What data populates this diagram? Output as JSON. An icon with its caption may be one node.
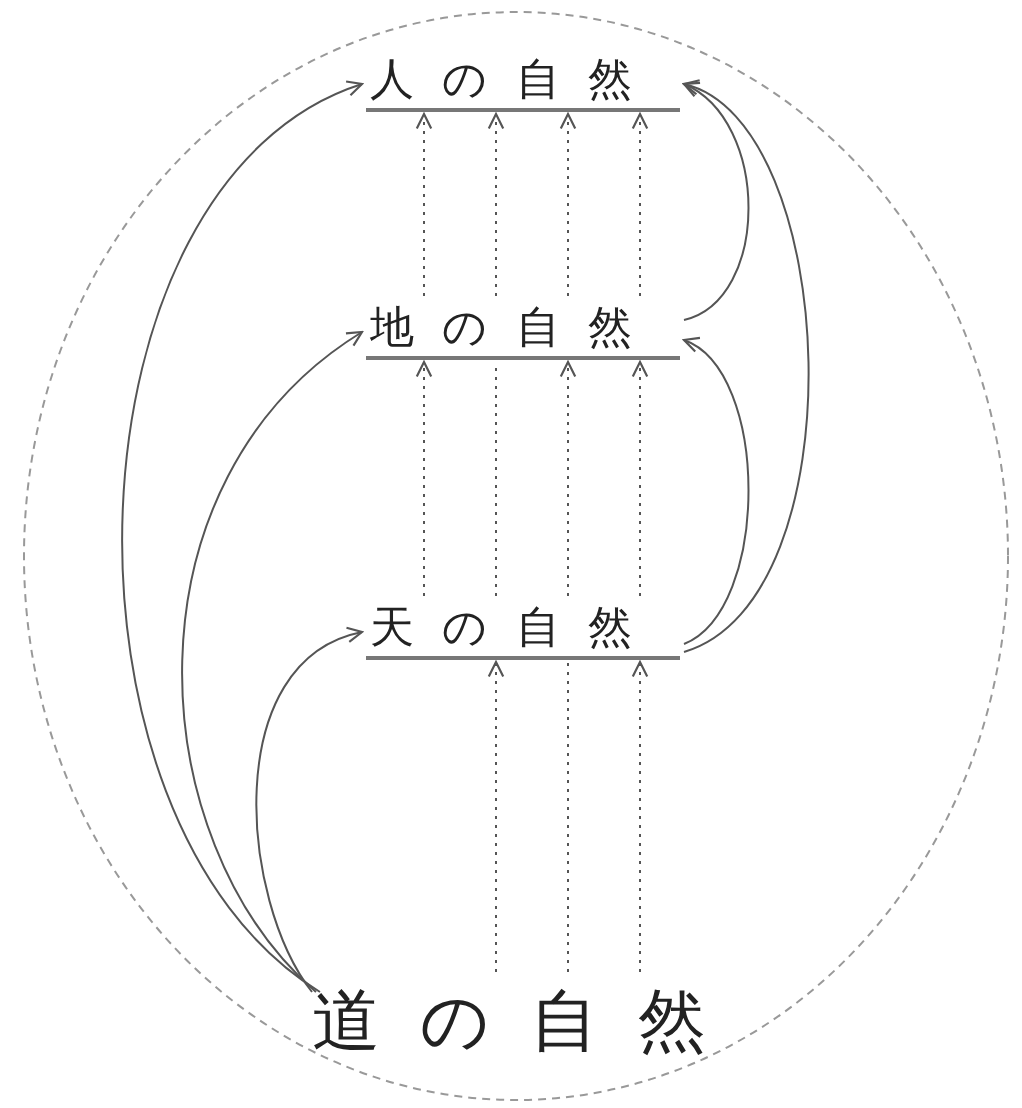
{
  "diagram": {
    "nodes": [
      {
        "text": [
          "人の自然"
        ]
      },
      {
        "text": [
          "地の自然"
        ]
      },
      {
        "text": [
          "天の自然"
        ]
      },
      {
        "text": [
          "道の自然"
        ]
      }
    ],
    "edges": [
      {
        "from": 3,
        "to": 2,
        "arrow": "to"
      },
      {
        "from": 3,
        "to": 1,
        "arrow": "to"
      },
      {
        "from": 3,
        "to": 0,
        "arrow": "to"
      },
      {
        "from": 2,
        "to": 1,
        "arrow": "to"
      },
      {
        "from": 2,
        "to": 0,
        "arrow": "to"
      },
      {
        "from": 1,
        "to": 0,
        "arrow": "to"
      },
      {
        "from": 3,
        "to": 2,
        "arrow": "to",
        "style": "dashed"
      },
      {
        "from": 3,
        "to": 2,
        "arrow": "to",
        "style": "dashed"
      },
      {
        "from": 3,
        "to": 2,
        "arrow": "none",
        "style": "dashed"
      },
      {
        "from": 2,
        "to": 1,
        "arrow": "to",
        "style": "dashed"
      },
      {
        "from": 2,
        "to": 1,
        "arrow": "to",
        "style": "dashed"
      },
      {
        "from": 2,
        "to": 1,
        "arrow": "to",
        "style": "dashed"
      },
      {
        "from": 2,
        "to": 1,
        "arrow": "none",
        "style": "dashed"
      },
      {
        "from": 1,
        "to": 0,
        "arrow": "to",
        "style": "dashed"
      },
      {
        "from": 1,
        "to": 0,
        "arrow": "to",
        "style": "dashed"
      },
      {
        "from": 1,
        "to": 0,
        "arrow": "to",
        "style": "dashed"
      },
      {
        "from": 1,
        "to": 0,
        "arrow": "to",
        "style": "dashed"
      }
    ]
  }
}
